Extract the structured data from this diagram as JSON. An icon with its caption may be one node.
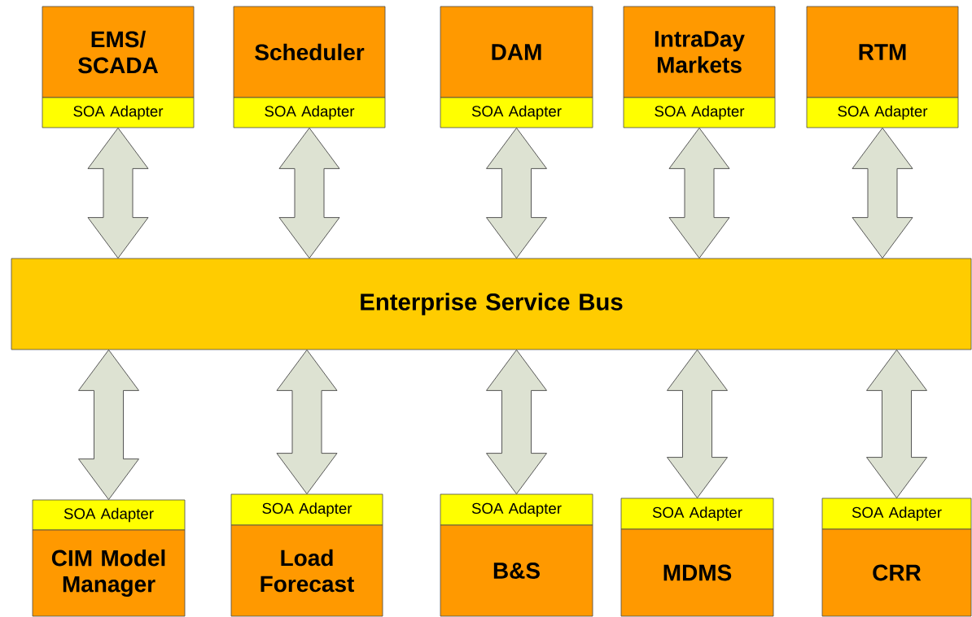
{
  "diagram": {
    "nodes": [
      {
        "text": [
          "EMS/ SCADA"
        ]
      },
      {
        "text": [
          "SOA Adapter"
        ]
      },
      {
        "text": [
          "Scheduler"
        ]
      },
      {
        "text": [
          "SOA Adapter"
        ]
      },
      {
        "text": [
          "DAM"
        ]
      },
      {
        "text": [
          "SOA Adapter"
        ]
      },
      {
        "text": [
          "IntraDay Markets"
        ]
      },
      {
        "text": [
          "SOA Adapter"
        ]
      },
      {
        "text": [
          "RTM"
        ]
      },
      {
        "text": [
          "SOA Adapter"
        ]
      },
      {
        "text": [
          "Enterprise Service Bus"
        ]
      },
      {
        "text": [
          "SOA Adapter"
        ]
      },
      {
        "text": [
          "CIM Model Manager"
        ]
      },
      {
        "text": [
          "SOA Adapter"
        ]
      },
      {
        "text": [
          "Load Forecast"
        ]
      },
      {
        "text": [
          "SOA Adapter"
        ]
      },
      {
        "text": [
          "B&S"
        ]
      },
      {
        "text": [
          "SOA Adapter"
        ]
      },
      {
        "text": [
          "MDMS"
        ]
      },
      {
        "text": [
          "SOA Adapter"
        ]
      },
      {
        "text": [
          "CRR"
        ]
      }
    ],
    "edges": [
      {
        "from": 1,
        "to": 10,
        "arrow": "both"
      },
      {
        "from": 3,
        "to": 10,
        "arrow": "both"
      },
      {
        "from": 5,
        "to": 10,
        "arrow": "both"
      },
      {
        "from": 7,
        "to": 10,
        "arrow": "both"
      },
      {
        "from": 9,
        "to": 10,
        "arrow": "both"
      },
      {
        "from": 11,
        "to": 10,
        "arrow": "both"
      },
      {
        "from": 13,
        "to": 10,
        "arrow": "both"
      },
      {
        "from": 15,
        "to": 10,
        "arrow": "both"
      },
      {
        "from": 17,
        "to": 10,
        "arrow": "both"
      },
      {
        "from": 19,
        "to": 10,
        "arrow": "both"
      }
    ]
  }
}
